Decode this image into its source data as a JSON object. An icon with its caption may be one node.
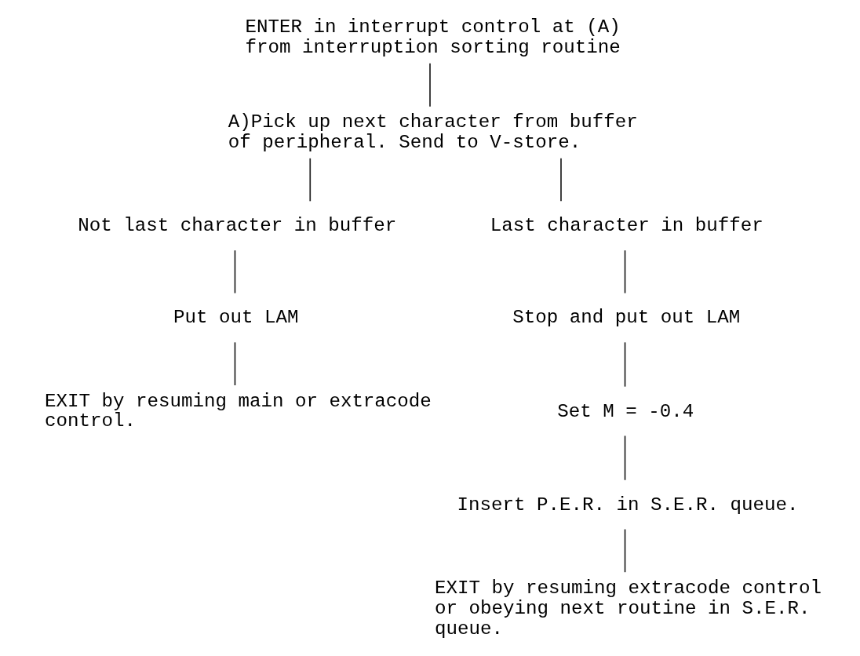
{
  "diagram": {
    "nodes": [
      {
        "text": [
          "ENTER in interrupt control at (A) from interruption sorting routine"
        ]
      },
      {
        "text": [
          "A)Pick up next character from buffer of peripheral. Send to V-store."
        ]
      },
      {
        "text": [
          "Not last character in buffer"
        ]
      },
      {
        "text": [
          "Last character in buffer"
        ]
      },
      {
        "text": [
          "Put out LAM"
        ]
      },
      {
        "text": [
          "EXIT by resuming main or extracode control."
        ]
      },
      {
        "text": [
          "Stop and put out LAM"
        ]
      },
      {
        "text": [
          "Set M = -0.4"
        ]
      },
      {
        "text": [
          "Insert P.E.R. in S.E.R. queue."
        ]
      },
      {
        "text": [
          "EXIT by resuming extracode control or obeying next routine in S.E.R. queue."
        ]
      }
    ],
    "edges": [
      {
        "from": 0,
        "to": 1,
        "arrow": "none"
      },
      {
        "from": 1,
        "to": 2,
        "arrow": "none"
      },
      {
        "from": 1,
        "to": 3,
        "arrow": "none"
      },
      {
        "from": 2,
        "to": 4,
        "arrow": "none"
      },
      {
        "from": 4,
        "to": 5,
        "arrow": "none"
      },
      {
        "from": 3,
        "to": 6,
        "arrow": "none"
      },
      {
        "from": 6,
        "to": 7,
        "arrow": "none"
      },
      {
        "from": 7,
        "to": 8,
        "arrow": "none"
      },
      {
        "from": 8,
        "to": 9,
        "arrow": "none"
      }
    ]
  }
}
